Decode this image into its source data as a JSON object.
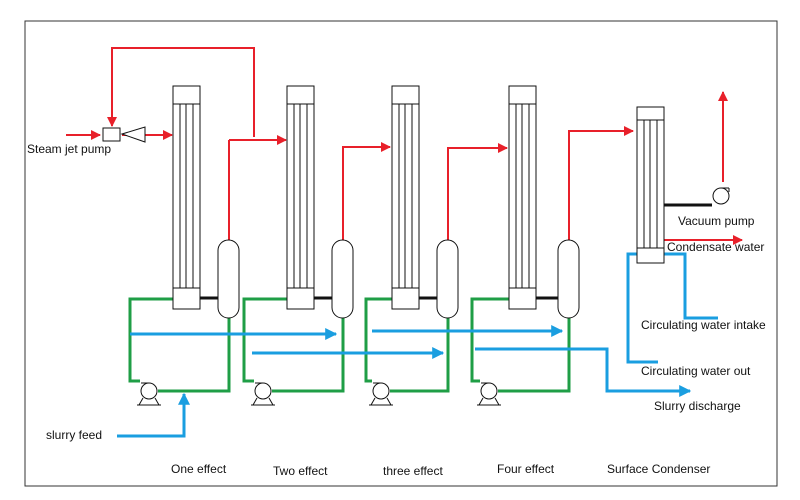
{
  "labels": {
    "steam_jet_pump": "Steam jet pump",
    "vacuum_pump": "Vacuum pump",
    "condensate_water": "Condensate water",
    "circulating_water_intake": "Circulating water intake",
    "circulating_water_out": "Circulating water out",
    "slurry_discharge": "Slurry discharge",
    "slurry_feed": "slurry feed"
  },
  "stages": [
    "One effect",
    "Two effect",
    "three effect",
    "Four effect",
    "Surface Condenser"
  ],
  "colors": {
    "steam": "#e8202a",
    "liquor": "#1f9e46",
    "water": "#1a9ee0",
    "connector": "#111111"
  }
}
